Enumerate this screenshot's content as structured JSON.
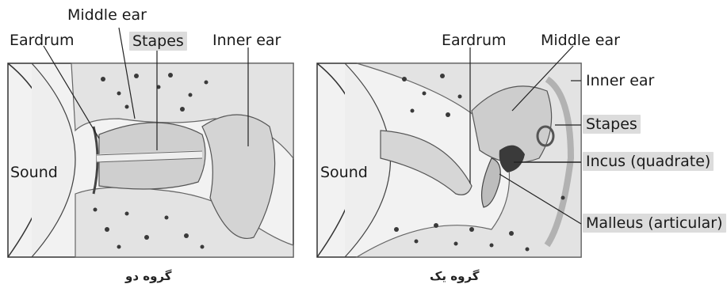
{
  "left_figure": {
    "labels": {
      "middle_ear": "Middle ear",
      "eardrum": "Eardrum",
      "stapes": "Stapes",
      "inner_ear": "Inner ear",
      "sound": "Sound"
    },
    "caption": "گروه دو"
  },
  "right_figure": {
    "labels": {
      "eardrum": "Eardrum",
      "middle_ear": "Middle ear",
      "inner_ear": "Inner ear",
      "stapes": "Stapes",
      "incus": "Incus (quadrate)",
      "malleus": "Malleus (articular)",
      "sound": "Sound"
    },
    "caption": "گروه یک"
  },
  "colors": {
    "bone": "#e6e6e6",
    "cavity": "#c9c9c9",
    "outline": "#555555",
    "label_box": "#dcdcdc"
  }
}
